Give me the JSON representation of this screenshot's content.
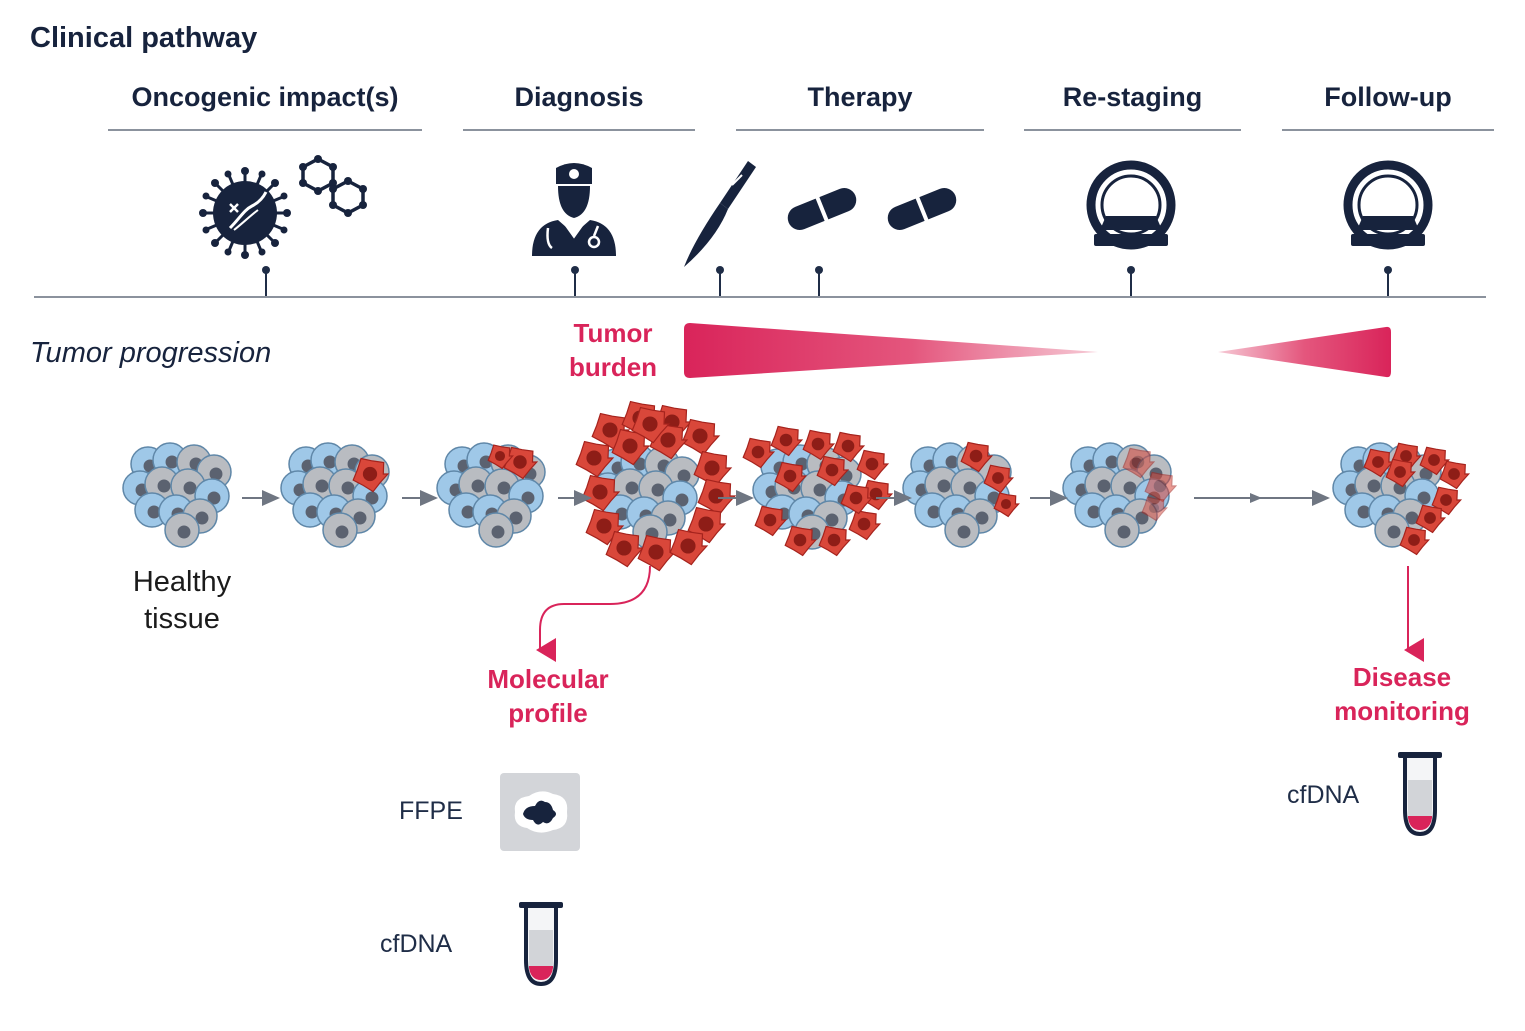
{
  "title": "Clinical pathway",
  "stages": [
    {
      "label": "Oncogenic impact(s)"
    },
    {
      "label": "Diagnosis"
    },
    {
      "label": "Therapy"
    },
    {
      "label": "Re-staging"
    },
    {
      "label": "Follow-up"
    }
  ],
  "icons": [
    "virus-icon",
    "molecule-icon",
    "doctor-icon",
    "scalpel-icon",
    "pill-icon",
    "pill-icon",
    "scanner-icon",
    "scanner-icon"
  ],
  "tumor_progression": "Tumor progression",
  "tumor_burden": {
    "line1": "Tumor",
    "line2": "burden"
  },
  "healthy_tissue": {
    "line1": "Healthy",
    "line2": "tissue"
  },
  "molecular_profile": {
    "line1": "Molecular",
    "line2": "profile"
  },
  "disease_monitoring": {
    "line1": "Disease",
    "line2": "monitoring"
  },
  "samples": {
    "ffpe": "FFPE",
    "cfdna_left": "cfDNA",
    "cfdna_right": "cfDNA"
  },
  "colors": {
    "navy": "#17233d",
    "accent": "#d9245a",
    "healthy_cell": "#9fc8e8",
    "gray_cell": "#b9bcc1",
    "tumor_cell": "#d9473a"
  }
}
